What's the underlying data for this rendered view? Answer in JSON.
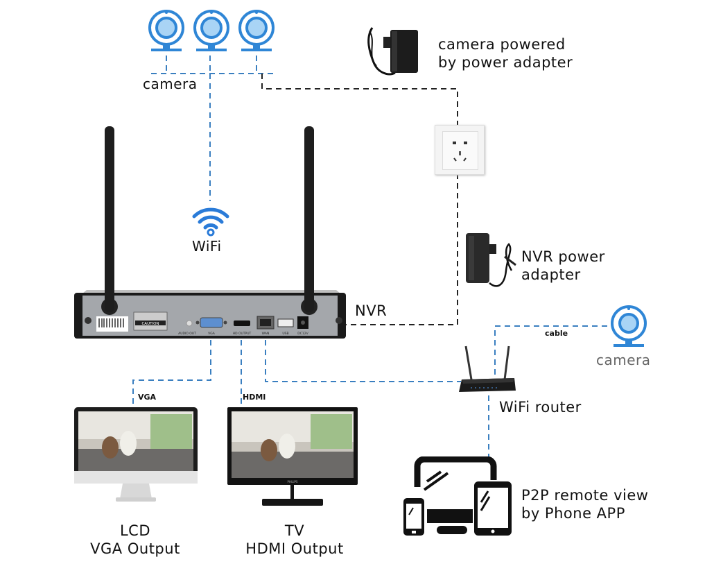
{
  "colors": {
    "camera_blue": "#2f86d6",
    "camera_fill": "#a9d4f5",
    "wifi_blue": "#2a7bd8",
    "data_line": "#3a7fc0",
    "power_line": "#222222",
    "nvr_body": "#9fa3a8",
    "text": "#111111",
    "gray_text": "#666666"
  },
  "top_cameras": {
    "label": "camera",
    "count": 3
  },
  "wifi": {
    "label": "WiFi"
  },
  "camera_adapter": {
    "line1": "camera powered",
    "line2": "by power  adapter"
  },
  "nvr_adapter": {
    "line1": "NVR power",
    "line2": "adapter"
  },
  "nvr": {
    "label": "NVR",
    "ports": [
      "AUDIO OUT",
      "VGA",
      "HD OUTPUT",
      "WAN",
      "USB",
      "DC12V"
    ],
    "caution": "CAUTION"
  },
  "cable_camera": {
    "cable_label": "cable",
    "label": "camera"
  },
  "router": {
    "label": "WiFi router"
  },
  "connections": {
    "vga": "VGA",
    "hdmi": "HDMI"
  },
  "lcd": {
    "line1": "LCD",
    "line2": "VGA Output"
  },
  "tv": {
    "line1": "TV",
    "line2": "HDMI Output",
    "brand": "PHILIPS"
  },
  "p2p": {
    "line1": "P2P remote view",
    "line2": "by Phone APP"
  }
}
